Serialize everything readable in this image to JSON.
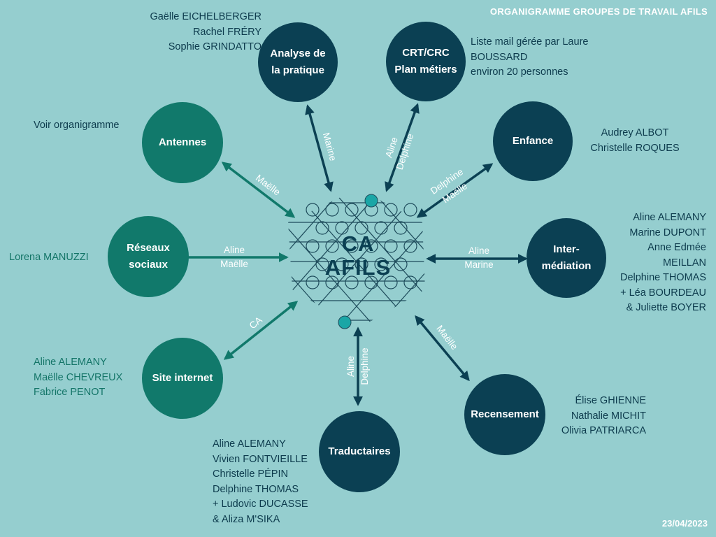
{
  "header": {
    "title": "ORGANIGRAMME GROUPES DE TRAVAIL AFILS",
    "date": "23/04/2023"
  },
  "center": {
    "label": "CA\nAFILS"
  },
  "colors": {
    "background": "#95cecf",
    "dark_node": "#0b4053",
    "green_node": "#11796b",
    "accent_dot": "#1aa6a6"
  },
  "groups": {
    "analyse": {
      "name": "Analyse de\nla pratique",
      "members": "Gaëlle EICHELBERGER\nRachel FRÉRY\nSophie GRINDATTO",
      "link": "Marine"
    },
    "crt": {
      "name": "CRT/CRC\nPlan métiers",
      "members": "Liste mail gérée par Laure\nBOUSSARD\nenviron 20 personnes",
      "link": "Aline\nDelphine"
    },
    "enfance": {
      "name": "Enfance",
      "members": "Audrey ALBOT\nChristelle ROQUES",
      "link": "Delphine\nMaëlle"
    },
    "intermediation": {
      "name": "Inter-\nmédiation",
      "members": "Aline ALEMANY\nMarine DUPONT\nAnne Edmée\nMEILLAN\nDelphine THOMAS\n+ Léa BOURDEAU\n& Juliette BOYER",
      "link": "Aline\nMarine"
    },
    "recensement": {
      "name": "Recensement",
      "members": "Élise GHIENNE\nNathalie MICHIT\nOlivia PATRIARCA",
      "link": "Maëlle"
    },
    "traductaires": {
      "name": "Traductaires",
      "members": "Aline ALEMANY\nVivien FONTVIEILLE\nChristelle PÉPIN\nDelphine THOMAS\n+ Ludovic DUCASSE\n& Aliza M'SIKA",
      "link": "Aline\nDelphine"
    },
    "site": {
      "name": "Site internet",
      "members": "Aline ALEMANY\nMaëlle CHEVREUX\nFabrice PENOT",
      "link": "CA"
    },
    "reseaux": {
      "name": "Réseaux\nsociaux",
      "members": "Lorena MANUZZI",
      "link": "Aline\nMaëlle"
    },
    "antennes": {
      "name": "Antennes",
      "members": "Voir organigramme",
      "link": "Maëlle"
    }
  }
}
